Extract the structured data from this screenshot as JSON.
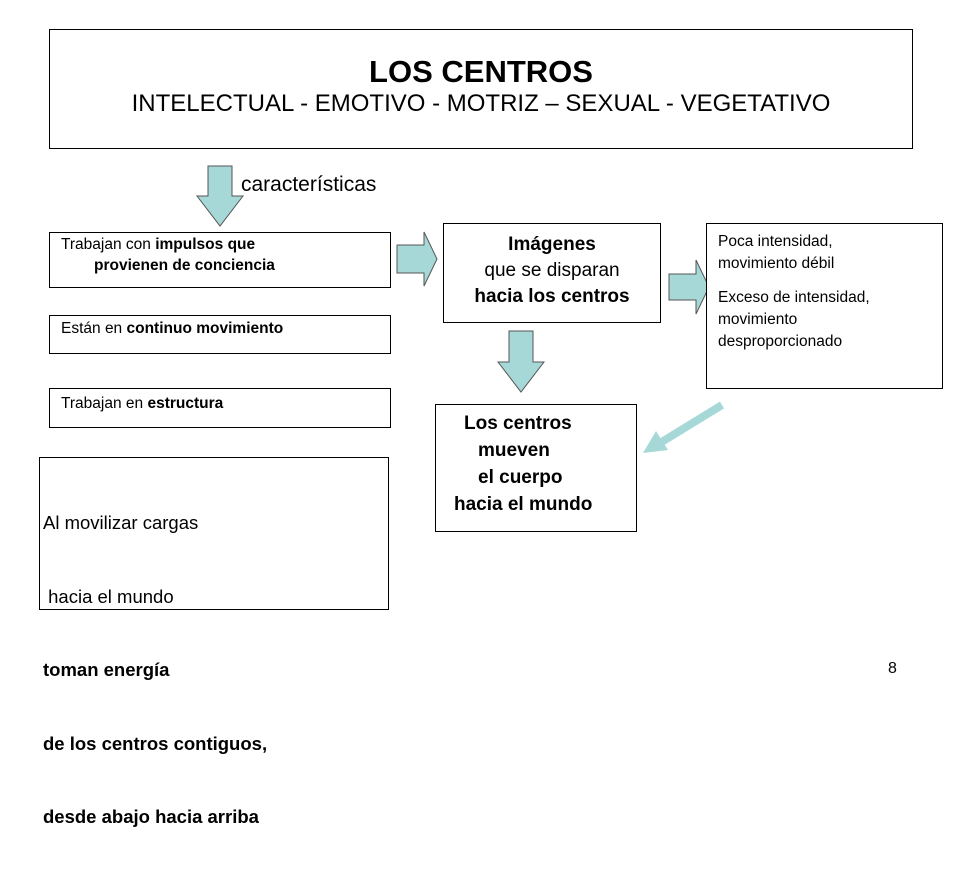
{
  "title": {
    "main": "LOS CENTROS",
    "subtitle": "INTELECTUAL - EMOTIVO - MOTRIZ – SEXUAL -  VEGETATIVO"
  },
  "caracteristicas_label": "características",
  "left_boxes": {
    "impulsos": {
      "pre": "Trabajan con ",
      "bold1": "impulsos que",
      "bold2": "provienen de conciencia"
    },
    "movimiento": {
      "pre": "Están en ",
      "bold": "continuo movimiento"
    },
    "estructura": {
      "pre": "Trabajan en ",
      "bold": "estructura"
    },
    "cargas": {
      "line1": "Al movilizar cargas",
      "line2": " hacia el mundo",
      "line3": "toman energía",
      "line4": "de los centros contiguos,",
      "line5": "desde abajo hacia arriba"
    }
  },
  "imagenes_box": {
    "line1": "Imágenes",
    "line2": "que se disparan",
    "line3": "hacia los centros"
  },
  "intensidad_box": {
    "line1": "Poca intensidad,",
    "line2": "movimiento débil",
    "line3": "Exceso de intensidad,",
    "line4": "movimiento",
    "line5": "desproporcionado"
  },
  "centros_box": {
    "line1": "Los centros",
    "line2": "mueven",
    "line3": "el cuerpo",
    "line4": "hacia el mundo"
  },
  "page_number": "8",
  "colors": {
    "arrow_fill": "#a6d8d8",
    "arrow_stroke": "#555555",
    "line": "#000000"
  }
}
